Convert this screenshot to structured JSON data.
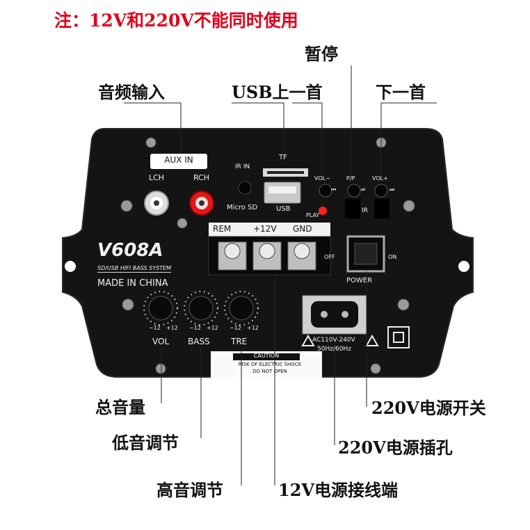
{
  "header": {
    "warning": "注：12V和220V不能同时使用"
  },
  "callouts": {
    "pause": "暂停",
    "usb_prev": "USB上一首",
    "next": "下一首",
    "audio_input": "音频输入",
    "master_volume": "总音量",
    "bass_adjust": "低音调节",
    "treble_adjust": "高音调节",
    "power_switch_220v": "220V电源开关",
    "power_socket_220v": "220V电源插孔",
    "terminal_12v": "12V电源接线端"
  },
  "panel": {
    "model": "V608A",
    "subtitle": "SD/USB HIFI BASS SYSTEM",
    "made_in": "MADE IN CHINA",
    "aux_in": "AUX IN",
    "lch": "LCH",
    "rch": "RCH",
    "ir_in": "IR IN",
    "tf": "TF",
    "micro_sd": "Micro SD",
    "usb": "USB",
    "play": "PLAY",
    "vol_minus": "VOL−",
    "pp": "P/P",
    "vol_plus": "VOL+",
    "prev_sym": "⏮",
    "pp_sym": "⏯",
    "next_sym": "⏭",
    "ir": "IR",
    "rem": "REM",
    "v12": "+12V",
    "gnd": "GND",
    "off": "OFF",
    "on": "ON",
    "power": "POWER",
    "ac_line1": "AC110V-240V",
    "ac_line2": "50Hz/60Hz",
    "caution": "CAUTION",
    "caution_sub1": "RISK OF ELECTRIC SHOCK",
    "caution_sub2": "DO NOT OPEN",
    "knob_min": "−12",
    "knob_max": "+12",
    "vol": "VOL",
    "bass": "BASS",
    "tre": "TRE"
  }
}
